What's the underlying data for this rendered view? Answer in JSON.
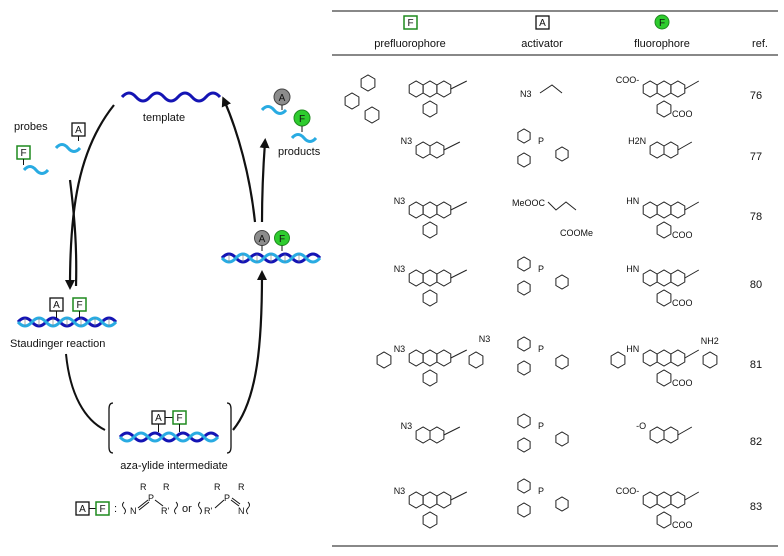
{
  "colors": {
    "dna_dark": "#1414b4",
    "dna_light": "#29abe2",
    "fluor_green": "#2ecc2e",
    "box_green": "#1f8a1f",
    "activator_gray": "#8c8c8c",
    "text": "#111111"
  },
  "cycle": {
    "template": "template",
    "probes": "probes",
    "products": "products",
    "staudinger": "Staudinger reaction",
    "intermediate": "aza-ylide intermediate",
    "badge_A": "A",
    "badge_F": "F"
  },
  "legend": {
    "colon": ":",
    "or": "or",
    "N": "N",
    "P": "P",
    "R": "R",
    "R_prime": "R'"
  },
  "table": {
    "headers": {
      "prefluorophore": "prefluorophore",
      "activator": "activator",
      "fluorophore": "fluorophore",
      "ref": "ref.",
      "icon_pref": "F",
      "icon_act": "A",
      "icon_fluor": "F"
    },
    "rows": [
      {
        "ref": "76",
        "pre_label": "",
        "act_label": "N3",
        "flu_label": "COO-"
      },
      {
        "ref": "77",
        "pre_label": "N3",
        "act_label": "P",
        "flu_label": "H2N"
      },
      {
        "ref": "78",
        "pre_label": "N3",
        "act_label": "MeOOC",
        "act_label2": "COOMe",
        "flu_label": "HN"
      },
      {
        "ref": "80",
        "pre_label": "N3",
        "act_label": "P",
        "flu_label": "HN"
      },
      {
        "ref": "81",
        "pre_label": "N3",
        "act_label": "P",
        "flu_label": "HN",
        "flu_label2": "NH2"
      },
      {
        "ref": "82",
        "pre_label": "N3",
        "act_label": "P",
        "flu_label": "-O"
      },
      {
        "ref": "83",
        "pre_label": "N3",
        "act_label": "P",
        "flu_label": "COO-"
      }
    ]
  }
}
